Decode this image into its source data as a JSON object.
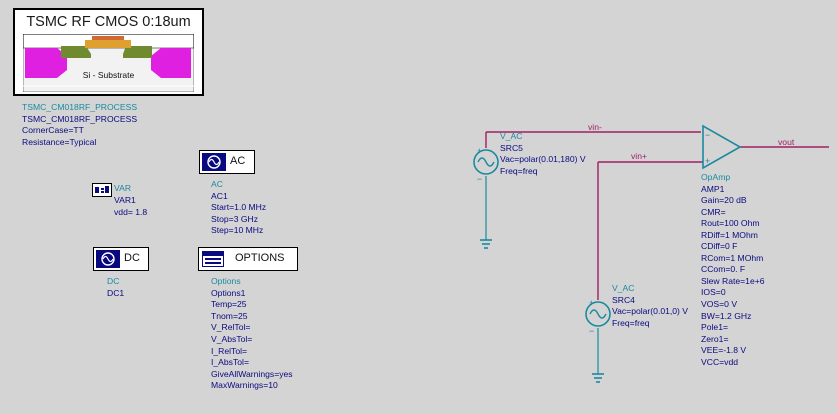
{
  "process": {
    "banner_title": "TSMC RF CMOS 0:18um",
    "substrate_label": "Si - Substrate",
    "lines": [
      "TSMC_CM018RF_PROCESS",
      "TSMC_CM018RF_PROCESS",
      "CornerCase=TT",
      "Resistance=Typical"
    ]
  },
  "var_block": {
    "icon_label": "VAR",
    "name": "VAR1",
    "param": "vdd= 1.8"
  },
  "ac_block": {
    "button_label": "AC",
    "lines": [
      "AC",
      "AC1",
      "Start=1.0 MHz",
      "Stop=3 GHz",
      "Step=10 MHz"
    ]
  },
  "dc_block": {
    "button_label": "DC",
    "lines": [
      "DC",
      "DC1"
    ]
  },
  "options_block": {
    "button_label": "OPTIONS",
    "lines": [
      "Options",
      "Options1",
      "Temp=25",
      "Tnom=25",
      "V_RelTol=",
      "V_AbsTol=",
      "I_RelTol=",
      "I_AbsTol=",
      "GiveAllWarnings=yes",
      "MaxWarnings=10"
    ]
  },
  "src5": {
    "lines": [
      "V_AC",
      "SRC5",
      "Vac=polar(0.01,180) V",
      "Freq=freq"
    ]
  },
  "src4": {
    "lines": [
      "V_AC",
      "SRC4",
      "Vac=polar(0.01,0) V",
      "Freq=freq"
    ]
  },
  "amp": {
    "lines": [
      "OpAmp",
      "AMP1",
      "Gain=20 dB",
      "CMR=",
      "Rout=100 Ohm",
      "RDiff=1 MOhm",
      "CDiff=0 F",
      "RCom=1 MOhm",
      "CCom=0. F",
      "Slew Rate=1e+6",
      "IOS=0",
      "VOS=0 V",
      "BW=1.2 GHz",
      "Pole1=",
      "Zero1=",
      "VEE=-1.8 V",
      "VCC=vdd"
    ]
  },
  "wires": {
    "vin_minus": "vin-",
    "vin_plus": "vin+",
    "vout": "vout"
  },
  "colors": {
    "background": "#d4d4d4",
    "wire": "#a01e64",
    "component": "#1a8aa0",
    "text": "#0a0a80",
    "substrate_magenta": "#e020e0",
    "gate_olive": "#708a30",
    "gate_orange": "#e0a030"
  }
}
